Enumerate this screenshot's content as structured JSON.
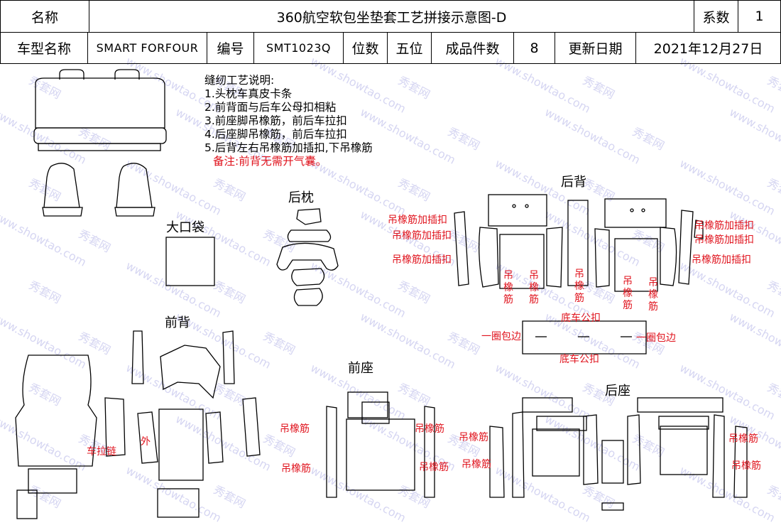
{
  "header": {
    "name_label": "名称",
    "title": "360航空软包坐垫套工艺拼接示意图-D",
    "coef_label": "系数",
    "coef_value": "1",
    "model_label": "车型名称",
    "model_value": "SMART FORFOUR",
    "code_label": "编号",
    "code_value": "SMT1023Q",
    "seats_label": "位数",
    "seats_value": "五位",
    "pieces_label": "成品件数",
    "pieces_value": "8",
    "date_label": "更新日期",
    "date_value": "2021年12月27日"
  },
  "notes": {
    "title": "缝纫工艺说明:",
    "items": [
      "1.头枕车真皮卡条",
      "2.前背面与后车公母扣相粘",
      "3.前座脚吊橡筋，前后车拉扣",
      "4.后座脚吊橡筋，前后车拉扣",
      "5.后背左右吊橡筋加插扣,下吊橡筋"
    ],
    "remark": "备注:前背无需开气囊。"
  },
  "sections": {
    "rear_back": "后背",
    "headrest": "后枕",
    "pocket": "大口袋",
    "front_back": "前背",
    "front_seat": "前座",
    "rear_seat": "后座"
  },
  "annotations": {
    "elastic_clip": "吊橡筋加插扣",
    "elastic": "吊橡筋",
    "bottom_snap": "底车公扣",
    "edge_binding": "一圈包边",
    "zipper": "车拉链",
    "outer": "外"
  },
  "watermark": [
    "秀套网",
    "www.showtao.com"
  ],
  "colors": {
    "annotation": "#e0141e",
    "watermark": "#d6d6f2",
    "line": "#000000"
  }
}
